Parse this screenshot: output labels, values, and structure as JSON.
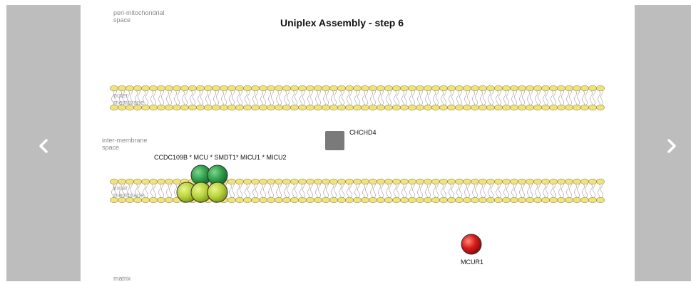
{
  "title": "Uniplex Assembly  -  step 6",
  "regions": {
    "peri": "peri-mitochondrial\nspace",
    "inter": "inter-membrane\nspace",
    "matrix": "matrix"
  },
  "membranes": {
    "outer": "outer\nmembrane",
    "inner": "inner\nmembrane"
  },
  "proteins": {
    "complex": "CCDC109B * MCU * SMDT1* MICU1 * MICU2",
    "chchd4": "CHCHD4",
    "mcur1": "MCUR1"
  },
  "nav": {
    "prev_icon": "chevron-left-icon",
    "next_icon": "chevron-right-icon"
  },
  "colors": {
    "lipid_head": "#f2e27a",
    "green": "#2e9e4a",
    "yellow_green": "#b8d23a",
    "gray_box": "#7a7a7a",
    "red": "#d91b1b"
  }
}
